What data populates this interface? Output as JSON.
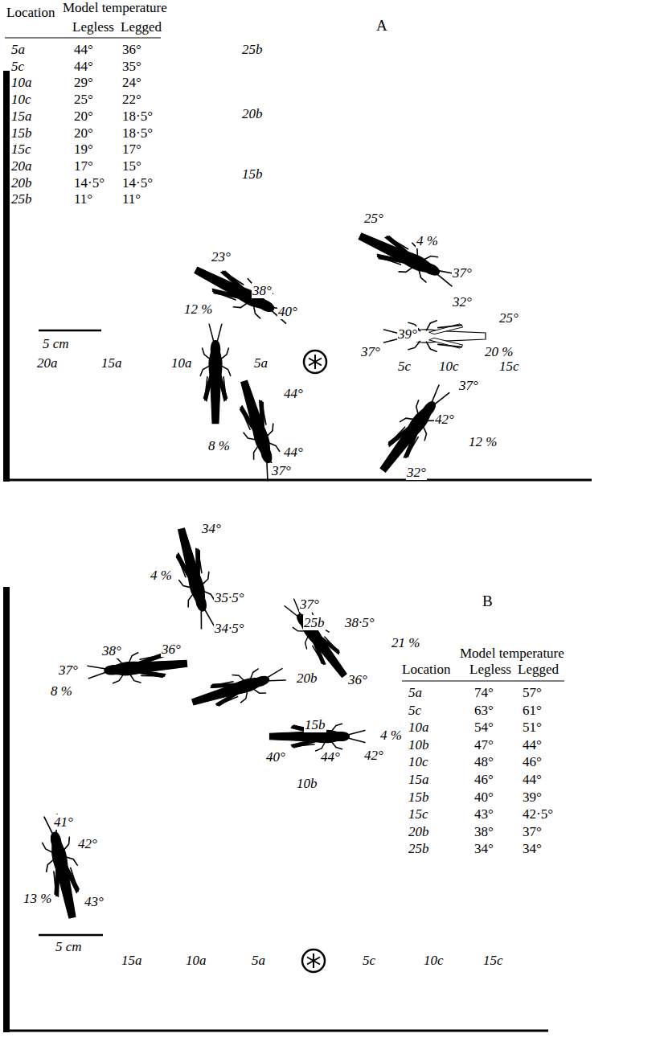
{
  "diagram": {
    "labels": [
      "Location",
      "Model temperature",
      "Legless",
      "Legged",
      "A",
      "5a",
      "44°",
      "36°",
      "5c",
      "44°",
      "35°",
      "10a",
      "29°",
      "24°",
      "10c",
      "25°",
      "22°",
      "15a",
      "20°",
      "18·5°",
      "15b",
      "20°",
      "18·5°",
      "15c",
      "19°",
      "17°",
      "20a",
      "17°",
      "15°",
      "20b",
      "14·5°",
      "14·5°",
      "25b",
      "11°",
      "11°",
      "25b",
      "20b",
      "15b",
      "23°",
      "38°",
      "40°",
      "12 %",
      "25°",
      "4 %",
      "37°",
      "32°",
      "25°",
      "39°",
      "37°",
      "20 %",
      "44°",
      "8 %",
      "44°",
      "37°",
      "37°",
      "42°",
      "12 %",
      "32°",
      "5 cm",
      "20a",
      "15a",
      "10a",
      "5a",
      "5c",
      "10c",
      "15c",
      "B",
      "34°",
      "4 %",
      "35·5°",
      "34·5°",
      "37°",
      "25b",
      "38·5°",
      "21 %",
      "20b",
      "36°",
      "37°",
      "38°",
      "36°",
      "8 %",
      "15b",
      "4 %",
      "40°",
      "44°",
      "42°",
      "10b",
      "41°",
      "42°",
      "13 %",
      "43°",
      "Location",
      "Model temperature",
      "Legless",
      "Legged",
      "5a",
      "74°",
      "57°",
      "5c",
      "63°",
      "61°",
      "10a",
      "54°",
      "51°",
      "10b",
      "47°",
      "44°",
      "10c",
      "48°",
      "46°",
      "15a",
      "46°",
      "44°",
      "15b",
      "40°",
      "39°",
      "15c",
      "43°",
      "42·5°",
      "20b",
      "38°",
      "37°",
      "25b",
      "34°",
      "34°",
      "5 cm",
      "15a",
      "10a",
      "5a",
      "5c",
      "10c",
      "15c"
    ]
  }
}
